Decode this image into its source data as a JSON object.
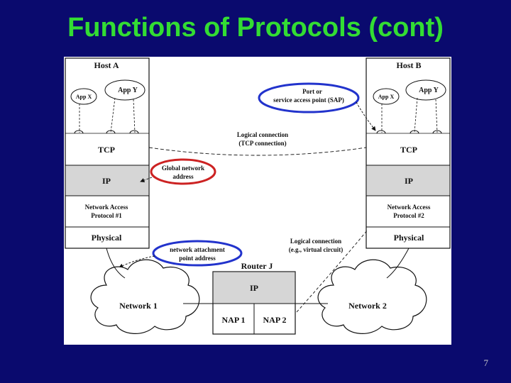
{
  "slide": {
    "title": "Functions of Protocols (cont)",
    "page_number": "7"
  },
  "diagram": {
    "host_a": {
      "title": "Host A",
      "app_x": "App X",
      "app_y": "App Y",
      "tcp": "TCP",
      "ip": "IP",
      "nap_line1": "Network Access",
      "nap_line2": "Protocol #1",
      "physical": "Physical"
    },
    "host_b": {
      "title": "Host B",
      "app_x": "App X",
      "app_y": "App Y",
      "tcp": "TCP",
      "ip": "IP",
      "nap_line1": "Network Access",
      "nap_line2": "Protocol #2",
      "physical": "Physical"
    },
    "router": {
      "title": "Router J",
      "ip": "IP",
      "nap1": "NAP 1",
      "nap2": "NAP 2"
    },
    "networks": {
      "network1": "Network 1",
      "network2": "Network 2"
    },
    "labels": {
      "sap_line1": "Port or",
      "sap_line2": "service access point (SAP)",
      "tcp_conn_line1": "Logical connection",
      "tcp_conn_line2": "(TCP connection)",
      "global_addr_line1": "Global network",
      "global_addr_line2": "address",
      "nap_addr_line1": "network attachment",
      "nap_addr_line2": "point address",
      "vc_line1": "Logical connection",
      "vc_line2": "(e.g., virtual circuit)"
    },
    "colors": {
      "background": "#0a0a6e",
      "title": "#33dd33",
      "ip_fill": "#d6d6d6",
      "blue_oval": "#2233cc",
      "red_oval": "#cc2222"
    }
  }
}
